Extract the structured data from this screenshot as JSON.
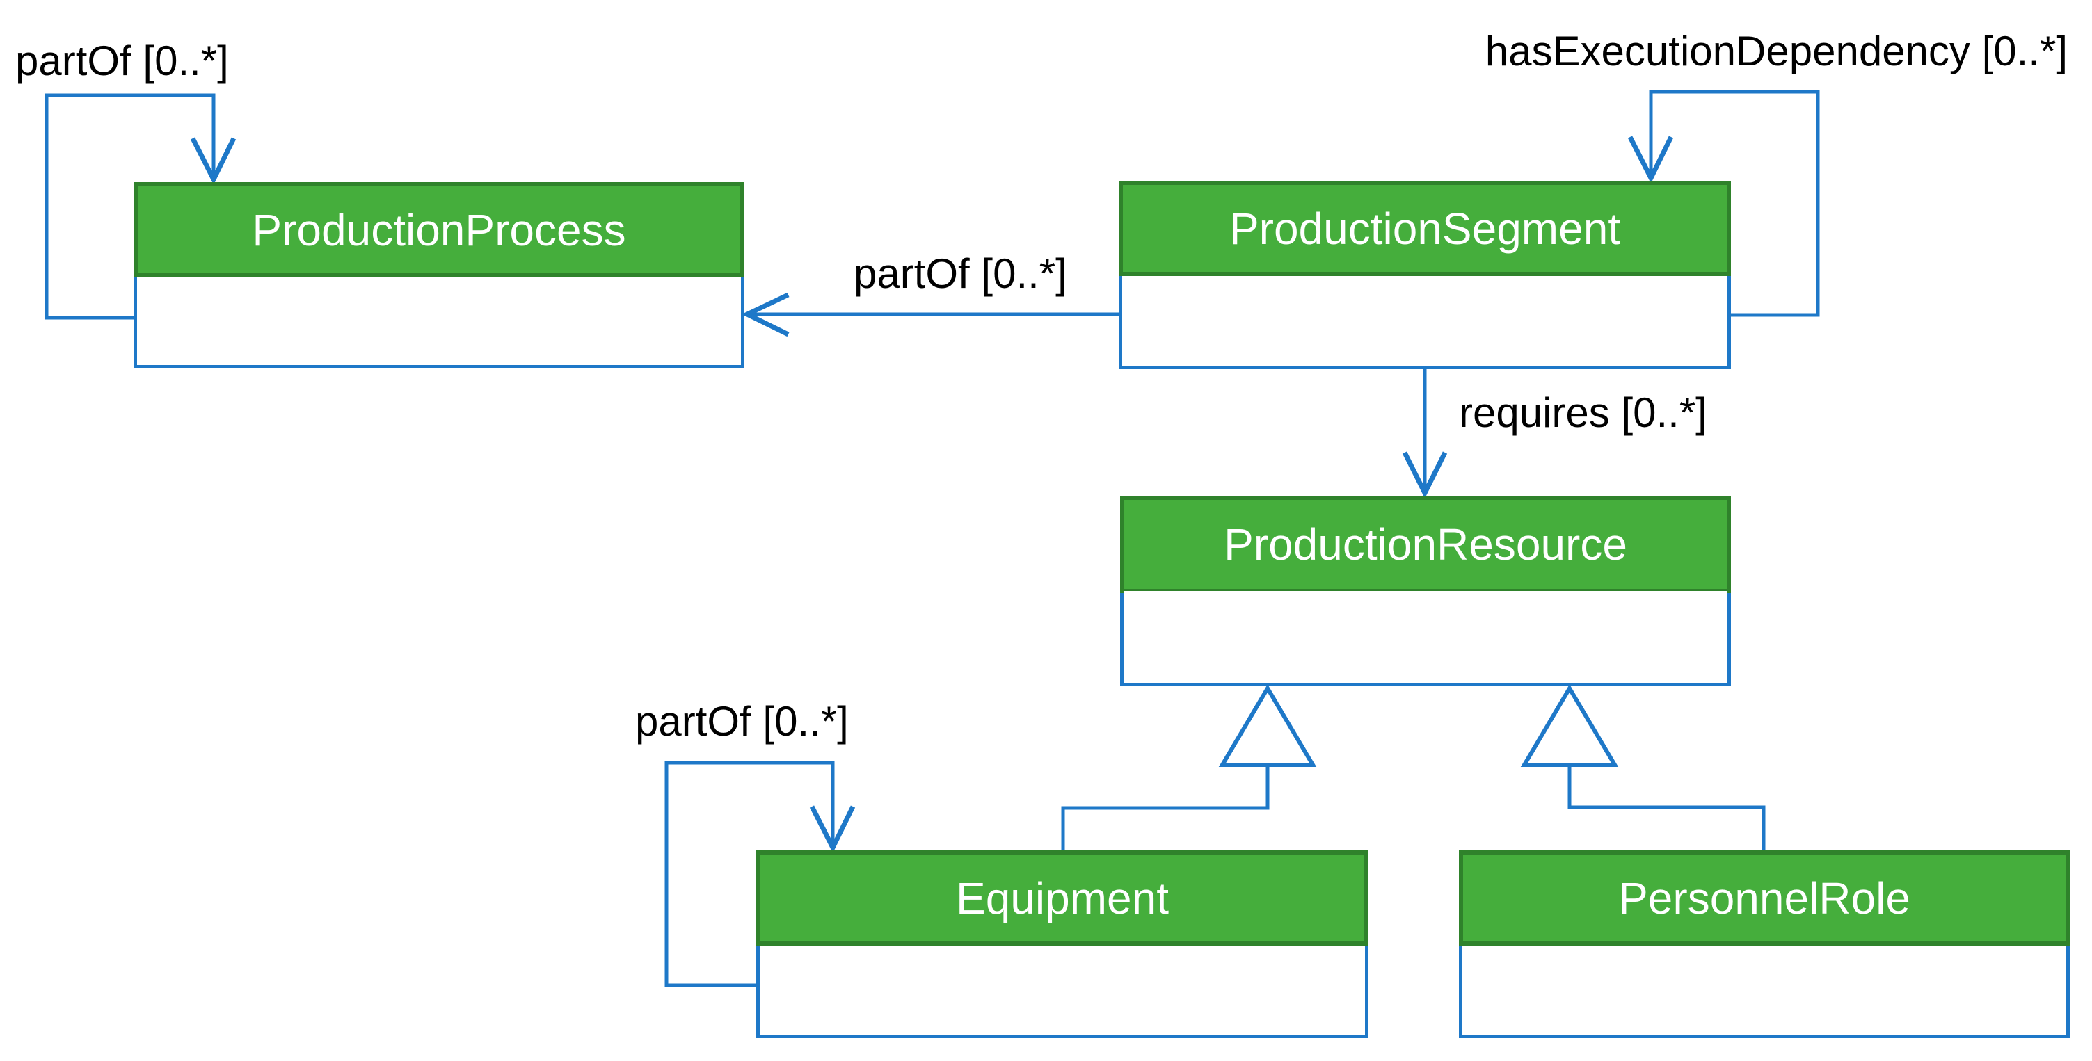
{
  "diagram": {
    "type": "uml-class-diagram",
    "classes": [
      {
        "name": "ProductionProcess"
      },
      {
        "name": "ProductionSegment"
      },
      {
        "name": "ProductionResource"
      },
      {
        "name": "Equipment"
      },
      {
        "name": "PersonnelRole"
      }
    ],
    "edge_labels": {
      "production_process_self": "partOf [0..*]",
      "production_segment_self": "hasExecutionDependency [0..*]",
      "segment_to_process": "partOf [0..*]",
      "segment_to_resource": "requires [0..*]",
      "equipment_self": "partOf [0..*]"
    },
    "relations": [
      {
        "from": "ProductionProcess",
        "to": "ProductionProcess",
        "label": "partOf [0..*]",
        "type": "association-arrow"
      },
      {
        "from": "ProductionSegment",
        "to": "ProductionProcess",
        "label": "partOf [0..*]",
        "type": "association-arrow"
      },
      {
        "from": "ProductionSegment",
        "to": "ProductionSegment",
        "label": "hasExecutionDependency [0..*]",
        "type": "association-arrow"
      },
      {
        "from": "ProductionSegment",
        "to": "ProductionResource",
        "label": "requires [0..*]",
        "type": "association-arrow"
      },
      {
        "from": "Equipment",
        "to": "ProductionResource",
        "label": "",
        "type": "generalization"
      },
      {
        "from": "PersonnelRole",
        "to": "ProductionResource",
        "label": "",
        "type": "generalization"
      },
      {
        "from": "Equipment",
        "to": "Equipment",
        "label": "partOf [0..*]",
        "type": "association-arrow"
      }
    ],
    "colors": {
      "header_fill": "#45AE3C",
      "header_border": "#2F822B",
      "connector_blue": "#1E78C8",
      "header_text": "#FFFFFF",
      "label_text": "#000000",
      "background": "#FFFFFF"
    }
  }
}
